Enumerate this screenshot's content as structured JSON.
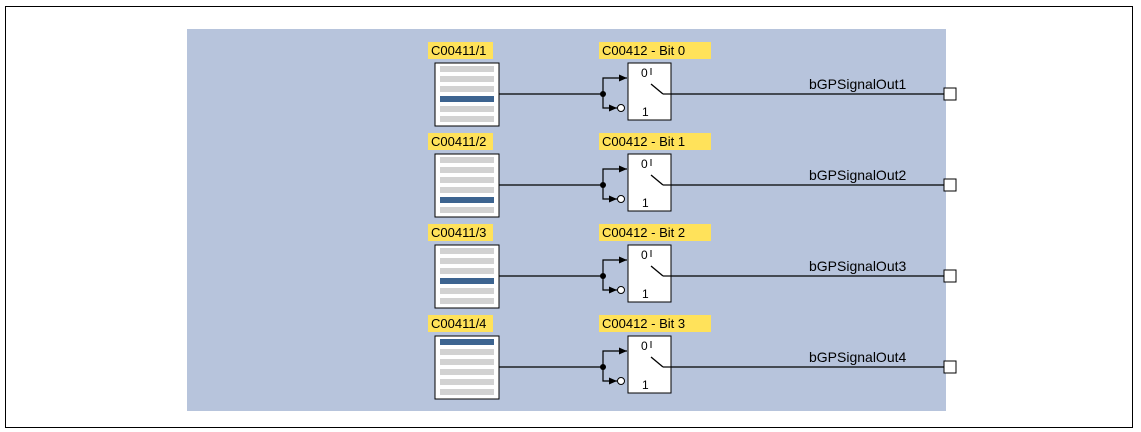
{
  "diagram": {
    "channels": [
      {
        "selector_code": "C00411/1",
        "bit_label": "C00412 - Bit 0",
        "output": "bGPSignalOut1",
        "selected_row": 4
      },
      {
        "selector_code": "C00411/2",
        "bit_label": "C00412 - Bit 1",
        "output": "bGPSignalOut2",
        "selected_row": 5
      },
      {
        "selector_code": "C00411/3",
        "bit_label": "C00412 - Bit 2",
        "output": "bGPSignalOut3",
        "selected_row": 4
      },
      {
        "selector_code": "C00411/4",
        "bit_label": "C00412 - Bit 3",
        "output": "bGPSignalOut4",
        "selected_row": 1
      }
    ],
    "switch_labels": {
      "zero": "0",
      "one": "1"
    },
    "colors": {
      "panel": "#b7c4dc",
      "label_bg": "#ffe25a",
      "list_row": "#d2d2d2",
      "list_selected": "#3d6490"
    }
  }
}
